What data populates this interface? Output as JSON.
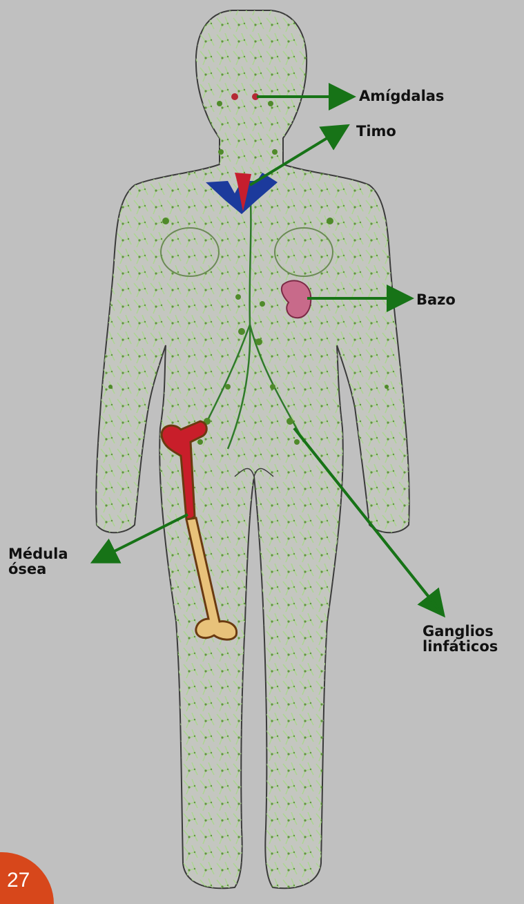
{
  "labels": {
    "amigdalas": "Amígdalas",
    "timo": "Timo",
    "bazo": "Bazo",
    "medula_line1": "Médula",
    "medula_line2": "ósea",
    "ganglios_line1": "Ganglios",
    "ganglios_line2": "linfáticos"
  },
  "page_number": "27",
  "colors": {
    "background": "#c0c0c0",
    "lymph_vessels": "#a8d88a",
    "lymph_nodes": "#4f8a2a",
    "arrow": "#177317",
    "thymus_red": "#c61e2e",
    "thymus_blue": "#1c3a9c",
    "spleen": "#c86a8a",
    "marrow_red": "#c81e2a",
    "bone": "#e8c27a",
    "badge": "#d7471b"
  }
}
